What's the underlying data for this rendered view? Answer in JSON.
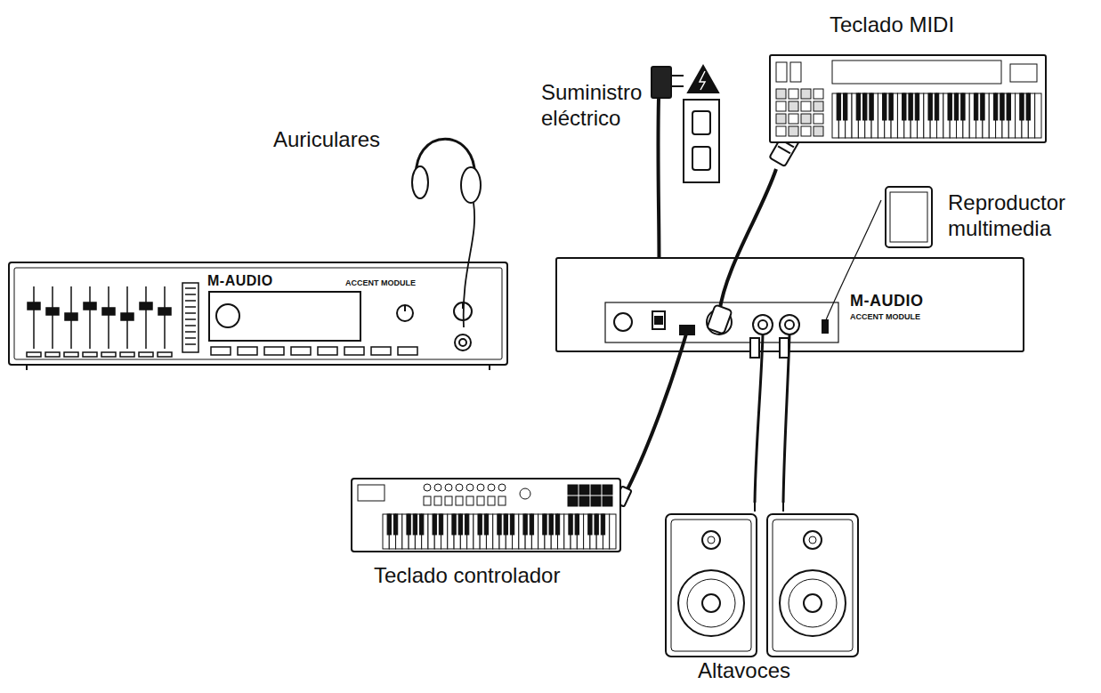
{
  "diagram": {
    "labels": [
      "Teclado MIDI",
      "Suministro eléctrico",
      "Auriculares",
      "Reproductor multimedia",
      "M-AUDIO",
      "ACCENT MODULE",
      "M-AUDIO",
      "ACCENT MODULE",
      "Teclado controlador",
      "Altavoces"
    ]
  }
}
